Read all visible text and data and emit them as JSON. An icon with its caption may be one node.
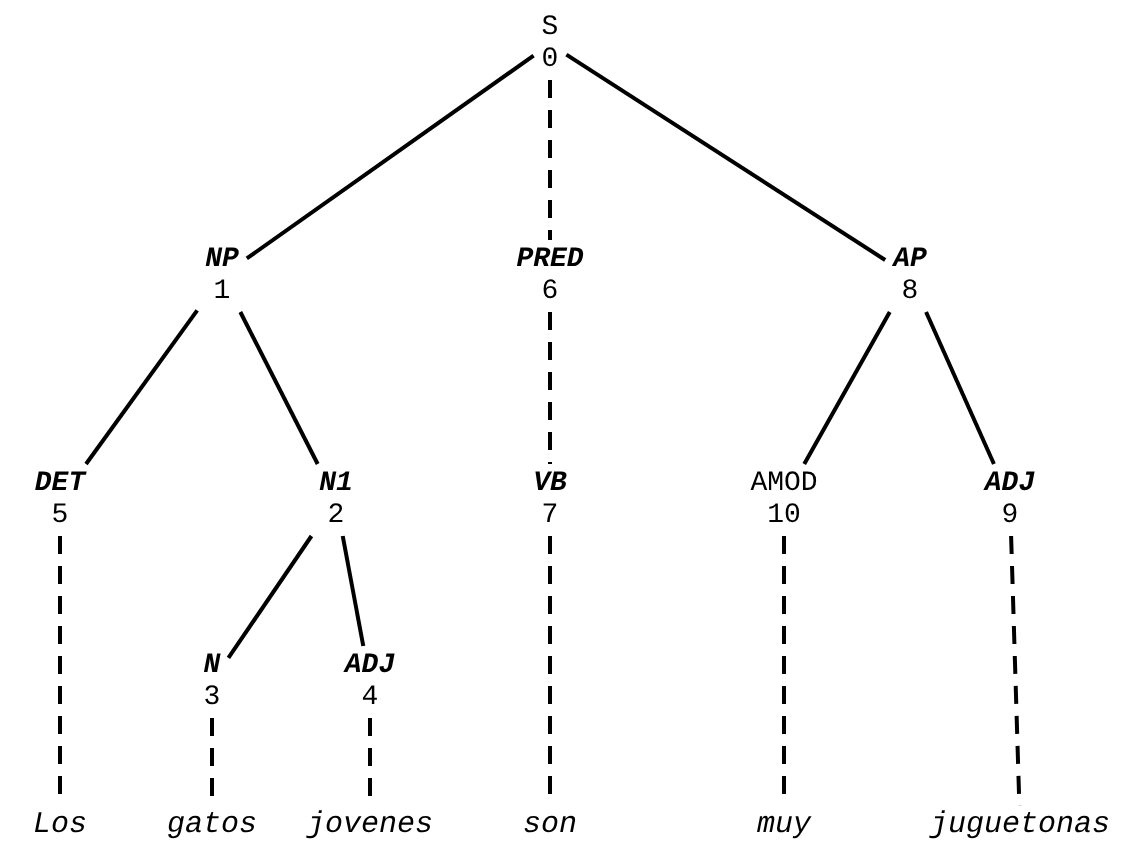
{
  "diagram": {
    "nodes": [
      {
        "text": [
          "S",
          "0"
        ]
      },
      {
        "text": [
          "NP",
          "1"
        ]
      },
      {
        "text": [
          "N1",
          "2"
        ]
      },
      {
        "text": [
          "N",
          "3"
        ]
      },
      {
        "text": [
          "ADJ",
          "4"
        ]
      },
      {
        "text": [
          "DET",
          "5"
        ]
      },
      {
        "text": [
          "PRED",
          "6"
        ]
      },
      {
        "text": [
          "VB",
          "7"
        ]
      },
      {
        "text": [
          "AP",
          "8"
        ]
      },
      {
        "text": [
          "ADJ",
          "9"
        ]
      },
      {
        "text": [
          "AMOD",
          "10"
        ]
      },
      {
        "text": [
          "Los"
        ]
      },
      {
        "text": [
          "gatos"
        ]
      },
      {
        "text": [
          "jovenes"
        ]
      },
      {
        "text": [
          "son"
        ]
      },
      {
        "text": [
          "muy"
        ]
      },
      {
        "text": [
          "juguetonas"
        ]
      }
    ],
    "edges": [
      {
        "from": 0,
        "to": 1,
        "arrow": "none"
      },
      {
        "from": 0,
        "to": 6,
        "arrow": "none",
        "style": "dashed"
      },
      {
        "from": 0,
        "to": 8,
        "arrow": "none"
      },
      {
        "from": 1,
        "to": 5,
        "arrow": "none"
      },
      {
        "from": 1,
        "to": 2,
        "arrow": "none"
      },
      {
        "from": 6,
        "to": 7,
        "arrow": "none",
        "style": "dashed"
      },
      {
        "from": 8,
        "to": 10,
        "arrow": "none"
      },
      {
        "from": 8,
        "to": 9,
        "arrow": "none"
      },
      {
        "from": 2,
        "to": 3,
        "arrow": "none"
      },
      {
        "from": 2,
        "to": 4,
        "arrow": "none"
      },
      {
        "from": 5,
        "to": 11,
        "arrow": "none",
        "style": "dashed"
      },
      {
        "from": 3,
        "to": 12,
        "arrow": "none",
        "style": "dashed"
      },
      {
        "from": 4,
        "to": 13,
        "arrow": "none",
        "style": "dashed"
      },
      {
        "from": 7,
        "to": 14,
        "arrow": "none",
        "style": "dashed"
      },
      {
        "from": 10,
        "to": 15,
        "arrow": "none",
        "style": "dashed"
      },
      {
        "from": 9,
        "to": 16,
        "arrow": "none",
        "style": "dashed"
      }
    ]
  }
}
